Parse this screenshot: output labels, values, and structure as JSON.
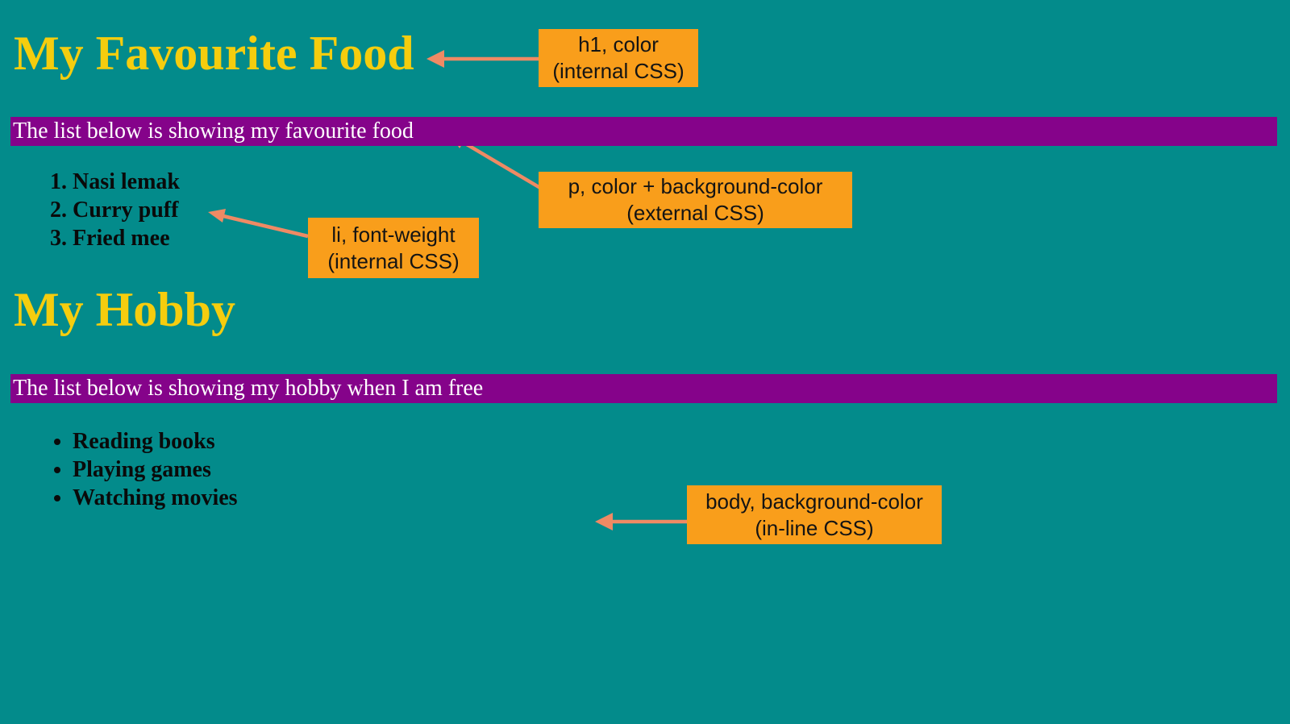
{
  "page": {
    "heading_food": "My Favourite Food",
    "paragraph_food": "The list below is showing my favourite food",
    "food_list": [
      "Nasi lemak",
      "Curry puff",
      "Fried mee"
    ],
    "heading_hobby": "My Hobby",
    "paragraph_hobby": "The list below is showing my hobby when I am free",
    "hobby_list": [
      "Reading books",
      "Playing games",
      "Watching movies"
    ]
  },
  "annotations": {
    "h1": {
      "line1": "h1, color",
      "line2": "(internal CSS)"
    },
    "p": {
      "line1": "p, color + background-color",
      "line2": "(external CSS)"
    },
    "li": {
      "line1": "li, font-weight",
      "line2": "(internal CSS)"
    },
    "body": {
      "line1": "body, background-color",
      "line2": "(in-line CSS)"
    }
  },
  "colors": {
    "background": "#038B8B",
    "heading": "#F5CD0E",
    "paragraph_bg": "#85038A",
    "paragraph_text": "#FFFFFF",
    "list_text": "#0A0A0A",
    "callout_bg": "#F99E1B",
    "callout_text": "#141414",
    "arrow": "#EF8A64"
  }
}
